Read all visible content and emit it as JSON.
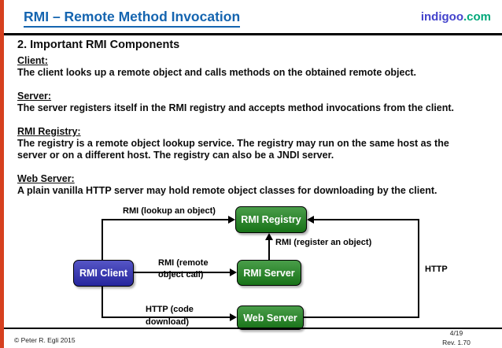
{
  "header": {
    "title": "RMI – Remote Method Invocation",
    "logo_name": "indigoo",
    "logo_tld": ".com"
  },
  "content": {
    "heading": "2. Important RMI Components",
    "sections": [
      {
        "label": "Client:",
        "lines": [
          "The client looks up a remote object and calls methods on the obtained remote object."
        ]
      },
      {
        "label": "Server:",
        "lines": [
          "The server registers itself in the RMI registry and accepts method invocations from the client."
        ]
      },
      {
        "label": "RMI Registry:",
        "lines": [
          "The registry is a remote object lookup service. The registry may run on the same host as the",
          "server or on a different host. The registry can also be a JNDI server."
        ]
      },
      {
        "label": "Web Server:",
        "lines": [
          "A plain vanilla HTTP server may hold remote object classes for downloading by the client."
        ]
      }
    ]
  },
  "diagram": {
    "nodes": {
      "client": {
        "label": "RMI Client",
        "color": "#2b2bb7"
      },
      "registry": {
        "label": "RMI Registry",
        "color": "#1c851c"
      },
      "server": {
        "label": "RMI Server",
        "color": "#1c851c"
      },
      "web": {
        "label": "Web Server",
        "color": "#1c851c"
      }
    },
    "edges": {
      "lookup": {
        "label": "RMI (lookup an object)"
      },
      "register": {
        "label": "RMI (register an object)"
      },
      "remote_call": {
        "lines": [
          "RMI (remote",
          "object call)"
        ]
      },
      "code_download": {
        "lines": [
          "HTTP (code",
          "download)"
        ]
      },
      "http": {
        "label": "HTTP"
      }
    }
  },
  "footer": {
    "copyright": "© Peter R. Egli 2015",
    "page": "4/19",
    "revision": "Rev. 1.70"
  },
  "colors": {
    "title_blue": "#1565b0",
    "logo_blue": "#4343cc",
    "logo_green": "#00a87a",
    "node_green": "#1c851c",
    "node_blue": "#2b2bb7",
    "edge_accent_red": "#d6401f"
  }
}
